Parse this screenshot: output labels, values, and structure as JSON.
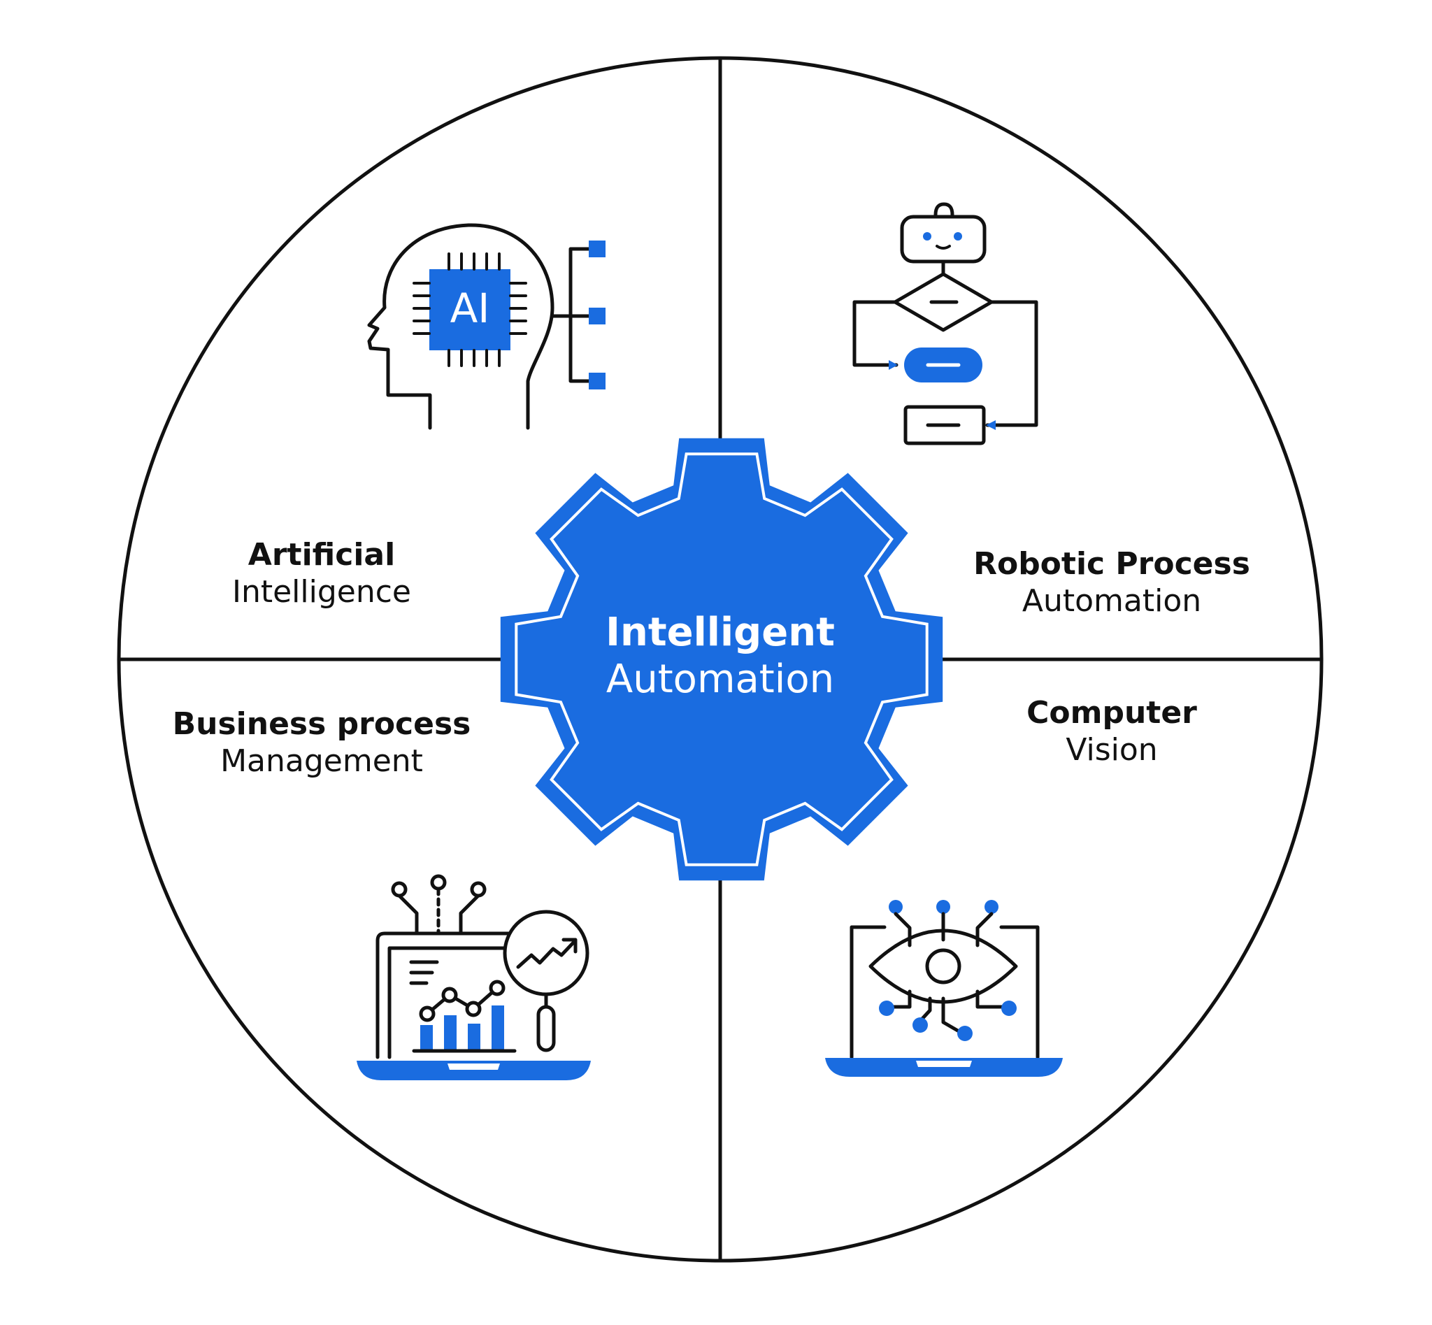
{
  "diagram": {
    "center": {
      "line1": "Intelligent",
      "line2": "Automation"
    },
    "quadrants": [
      {
        "id": "ai",
        "line1": "Artificial",
        "line2": "Intelligence",
        "icon": "ai-head-chip-icon",
        "chip_text": "AI"
      },
      {
        "id": "rpa",
        "line1": "Robotic Process",
        "line2": "Automation",
        "icon": "robot-flowchart-icon"
      },
      {
        "id": "bpm",
        "line1": "Business process",
        "line2": "Management",
        "icon": "analytics-laptop-magnifier-icon"
      },
      {
        "id": "cv",
        "line1": "Computer",
        "line2": "Vision",
        "icon": "eye-circuit-laptop-icon"
      }
    ]
  },
  "colors": {
    "accent": "#1a6ce0",
    "stroke": "#111111",
    "background": "#ffffff"
  }
}
